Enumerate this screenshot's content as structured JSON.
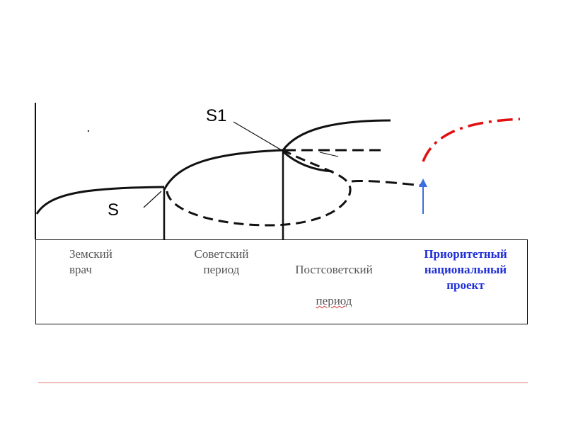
{
  "labels": {
    "s": "S",
    "s1": "S1"
  },
  "periods": {
    "zemsky": "Земский\n  врач",
    "soviet": "Советский\nпериод",
    "postsoviet_line1": "Постсоветский",
    "postsoviet_line2": "период",
    "priority": "Приоритетный\nнациональный\nпроект"
  },
  "colors": {
    "line": "#111111",
    "projection": "#e01010",
    "arrow": "#3a6fe0",
    "priority_text": "#1f2fd6",
    "footer_rule": "#e07a7a"
  }
}
